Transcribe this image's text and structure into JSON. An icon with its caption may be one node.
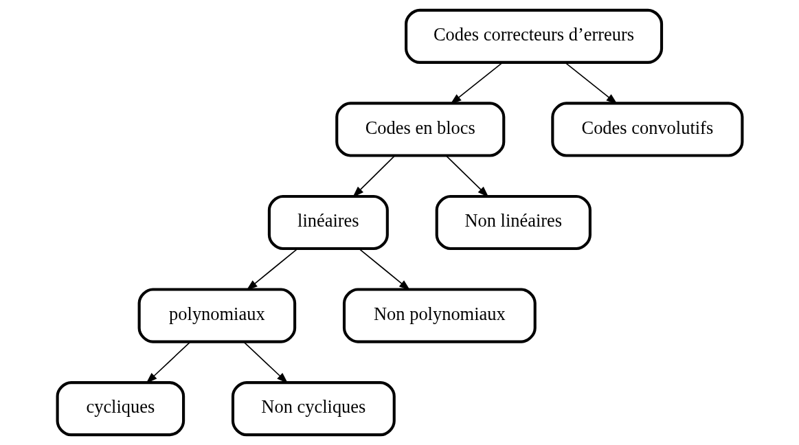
{
  "diagram": {
    "nodes": [
      {
        "text": [
          "Codes correcteurs d’erreurs"
        ]
      },
      {
        "text": [
          "Codes en blocs"
        ]
      },
      {
        "text": [
          "Codes convolutifs"
        ]
      },
      {
        "text": [
          "linéaires"
        ]
      },
      {
        "text": [
          "Non linéaires"
        ]
      },
      {
        "text": [
          "polynomiaux"
        ]
      },
      {
        "text": [
          "Non polynomiaux"
        ]
      },
      {
        "text": [
          "cycliques"
        ]
      },
      {
        "text": [
          "Non cycliques"
        ]
      }
    ],
    "edges": [
      {
        "from": 0,
        "to": 1,
        "arrow": "to"
      },
      {
        "from": 0,
        "to": 2,
        "arrow": "to"
      },
      {
        "from": 1,
        "to": 3,
        "arrow": "to"
      },
      {
        "from": 1,
        "to": 4,
        "arrow": "to"
      },
      {
        "from": 3,
        "to": 5,
        "arrow": "to"
      },
      {
        "from": 3,
        "to": 6,
        "arrow": "to"
      },
      {
        "from": 5,
        "to": 7,
        "arrow": "to"
      },
      {
        "from": 5,
        "to": 8,
        "arrow": "to"
      }
    ]
  }
}
